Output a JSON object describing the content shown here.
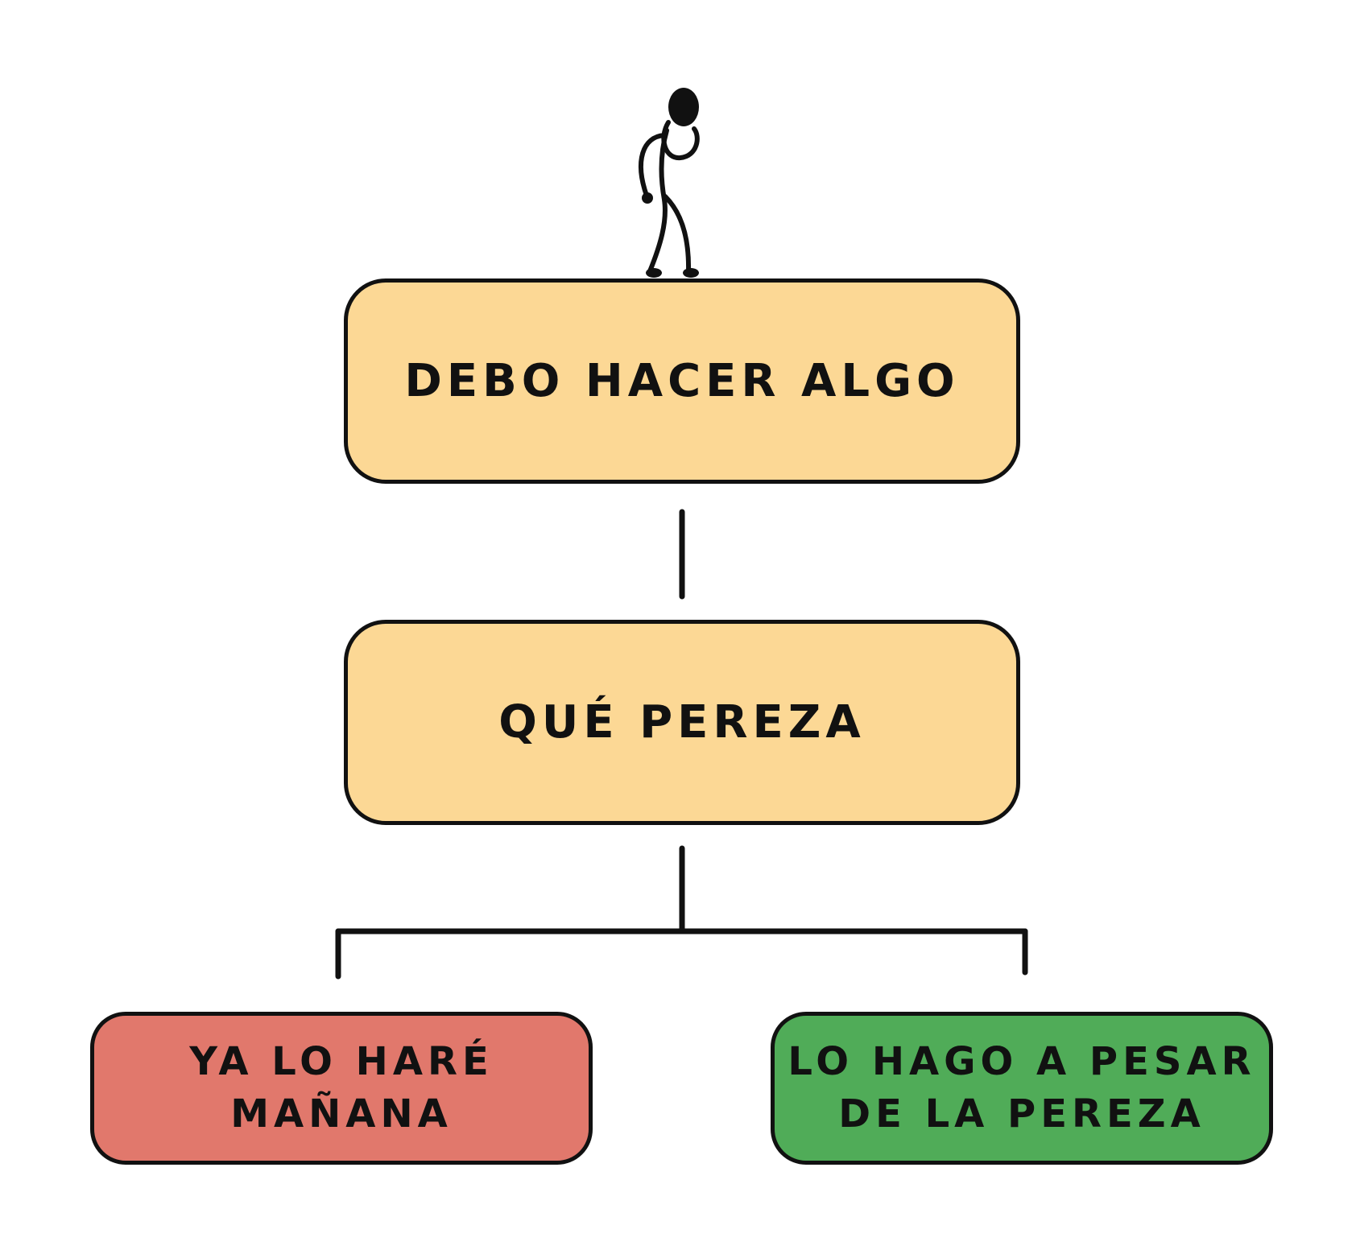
{
  "diagram": {
    "nodes": {
      "top": {
        "text": "DEBO HACER ALGO",
        "color": "#FCD895"
      },
      "middle": {
        "text": "QUÉ PEREZA",
        "color": "#FCD895"
      },
      "left": {
        "text": "YA LO HARÉ\nMAÑANA",
        "color": "#E1786C"
      },
      "right": {
        "text": "LO HAGO A PESAR\nDE LA PEREZA",
        "color": "#50AC58"
      }
    },
    "figure": {
      "name": "thinking-stick-figure"
    },
    "line_color": "#111111"
  }
}
